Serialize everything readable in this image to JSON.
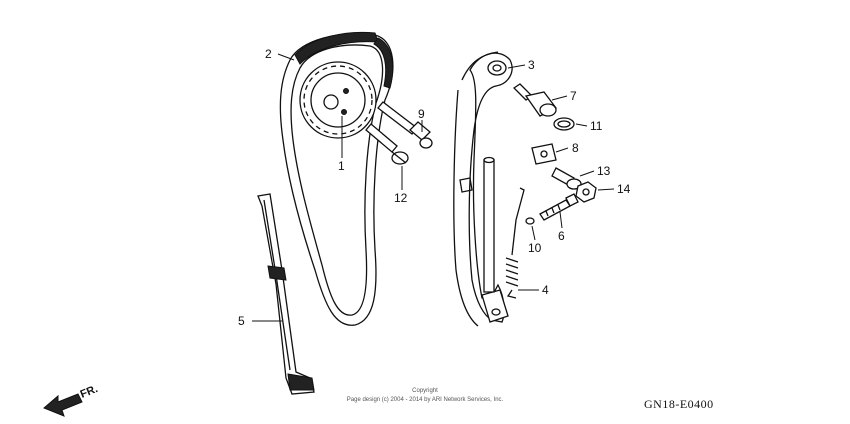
{
  "diagram": {
    "code": "GN18-E0400",
    "copyright_line1": "Copyright",
    "copyright_line2": "Page design (c) 2004 - 2014 by ARI Network Services, Inc.",
    "front_label": "FR.",
    "callouts": [
      {
        "id": "1",
        "label": "1"
      },
      {
        "id": "2",
        "label": "2"
      },
      {
        "id": "3",
        "label": "3"
      },
      {
        "id": "4",
        "label": "4"
      },
      {
        "id": "5",
        "label": "5"
      },
      {
        "id": "6",
        "label": "6"
      },
      {
        "id": "7",
        "label": "7"
      },
      {
        "id": "8",
        "label": "8"
      },
      {
        "id": "9",
        "label": "9"
      },
      {
        "id": "10",
        "label": "10"
      },
      {
        "id": "11",
        "label": "11"
      },
      {
        "id": "12",
        "label": "12"
      },
      {
        "id": "13",
        "label": "13"
      },
      {
        "id": "14",
        "label": "14"
      }
    ]
  }
}
